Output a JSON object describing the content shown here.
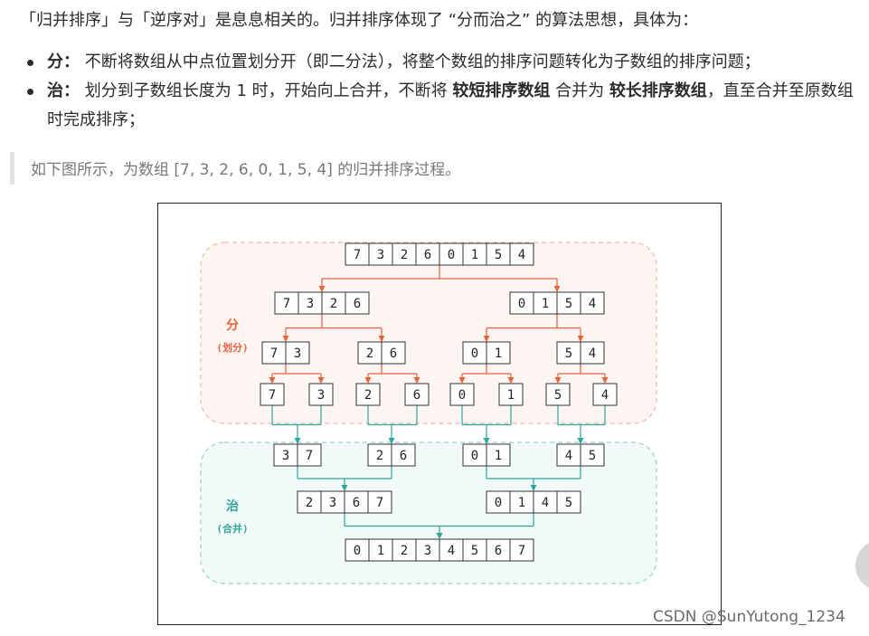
{
  "intro": {
    "text": "「归并排序」与「逆序对」是息息相关的。归并排序体现了 “分而治之” 的算法思想，具体为："
  },
  "points": [
    {
      "label": "分：",
      "text_before": "不断将数组从中点位置划分开（即二分法），将整个数组的排序问题转化为子数组的排序问题；",
      "bold_1": "",
      "text_middle": "",
      "bold_2": "",
      "text_after": ""
    },
    {
      "label": "治：",
      "text_before": "划分到子数组长度为 1 时，开始向上合并，不断将 ",
      "bold_1": "较短排序数组",
      "text_middle": " 合并为 ",
      "bold_2": "较长排序数组",
      "text_after": "，直至合并至原数组时完成排序；"
    }
  ],
  "quote": {
    "text": "如下图所示，为数组 [7, 3, 2, 6, 0, 1, 5, 4] 的归并排序过程。"
  },
  "diagram": {
    "divide_label": "分",
    "divide_sub": "(划分)",
    "merge_label": "治",
    "merge_sub": "(合并)",
    "divide_color": "#e8623c",
    "merge_color": "#2fa59a",
    "levels": [
      [
        [
          7,
          3,
          2,
          6,
          0,
          1,
          5,
          4
        ]
      ],
      [
        [
          7,
          3,
          2,
          6
        ],
        [
          0,
          1,
          5,
          4
        ]
      ],
      [
        [
          7,
          3
        ],
        [
          2,
          6
        ],
        [
          0,
          1
        ],
        [
          5,
          4
        ]
      ],
      [
        [
          7
        ],
        [
          3
        ],
        [
          2
        ],
        [
          6
        ],
        [
          0
        ],
        [
          1
        ],
        [
          5
        ],
        [
          4
        ]
      ],
      [
        [
          3,
          7
        ],
        [
          2,
          6
        ],
        [
          0,
          1
        ],
        [
          4,
          5
        ]
      ],
      [
        [
          2,
          3,
          6,
          7
        ],
        [
          0,
          1,
          4,
          5
        ]
      ],
      [
        [
          0,
          1,
          2,
          3,
          4,
          5,
          6,
          7
        ]
      ]
    ]
  },
  "watermark": "CSDN @SunYutong_1234"
}
